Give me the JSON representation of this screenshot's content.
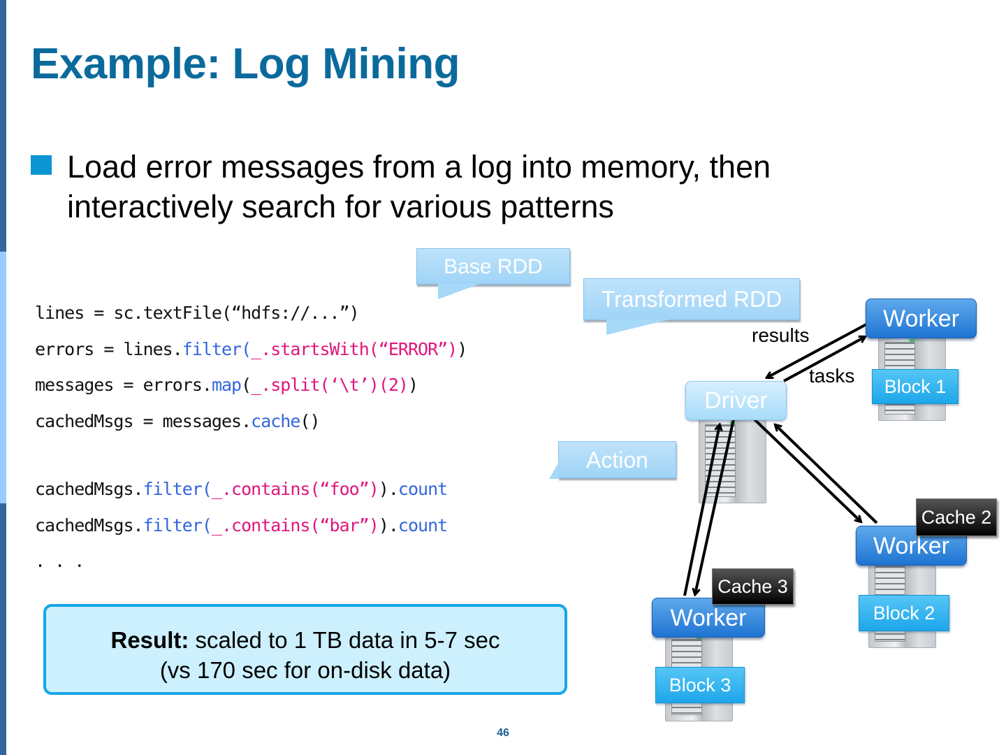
{
  "slide": {
    "title": "Example: Log Mining",
    "bullet": "Load error messages from a log into memory, then interactively search for various patterns",
    "page_number": "46",
    "accent_color": "#0b6a9c"
  },
  "code": {
    "lines": [
      [
        {
          "t": "lines = sc.textFile(“hdfs://...”)",
          "c": "plain"
        }
      ],
      [
        {
          "t": "errors = lines.",
          "c": "plain"
        },
        {
          "t": "filter(",
          "c": "kw"
        },
        {
          "t": "_.startsWith(“ERROR”)",
          "c": "fn"
        },
        {
          "t": ")",
          "c": "plain"
        }
      ],
      [
        {
          "t": "messages = errors.",
          "c": "plain"
        },
        {
          "t": "map",
          "c": "kw"
        },
        {
          "t": "(",
          "c": "plain"
        },
        {
          "t": "_.split(‘\\t’)(2)",
          "c": "fn"
        },
        {
          "t": ")",
          "c": "plain"
        }
      ],
      [
        {
          "t": "cachedMsgs = messages.",
          "c": "plain"
        },
        {
          "t": "cache",
          "c": "kw"
        },
        {
          "t": "()",
          "c": "plain"
        }
      ],
      null,
      [
        {
          "t": "cachedMsgs.",
          "c": "plain"
        },
        {
          "t": "filter(",
          "c": "kw"
        },
        {
          "t": "_.contains(“foo”)",
          "c": "fn"
        },
        {
          "t": ").",
          "c": "plain"
        },
        {
          "t": "count",
          "c": "kw"
        }
      ],
      [
        {
          "t": "cachedMsgs.",
          "c": "plain"
        },
        {
          "t": "filter(",
          "c": "kw"
        },
        {
          "t": "_.contains(“bar”)",
          "c": "fn"
        },
        {
          "t": ").",
          "c": "plain"
        },
        {
          "t": "count",
          "c": "kw"
        }
      ],
      [
        {
          "t": ". . .",
          "c": "plain"
        }
      ]
    ]
  },
  "callouts": {
    "base_rdd": "Base RDD",
    "transformed_rdd": "Transformed RDD",
    "action": "Action"
  },
  "diagram": {
    "driver_label": "Driver",
    "results_label": "results",
    "tasks_label": "tasks",
    "workers": [
      {
        "label": "Worker",
        "block": "Block 1",
        "cache": null
      },
      {
        "label": "Worker",
        "block": "Block 2",
        "cache": "Cache 2"
      },
      {
        "label": "Worker",
        "block": "Block 3",
        "cache": "Cache 3"
      }
    ]
  },
  "result": {
    "bold": "Result:",
    "line1": " scaled to 1 TB data in 5-7 sec",
    "line2": "(vs 170 sec for on-disk data)"
  }
}
